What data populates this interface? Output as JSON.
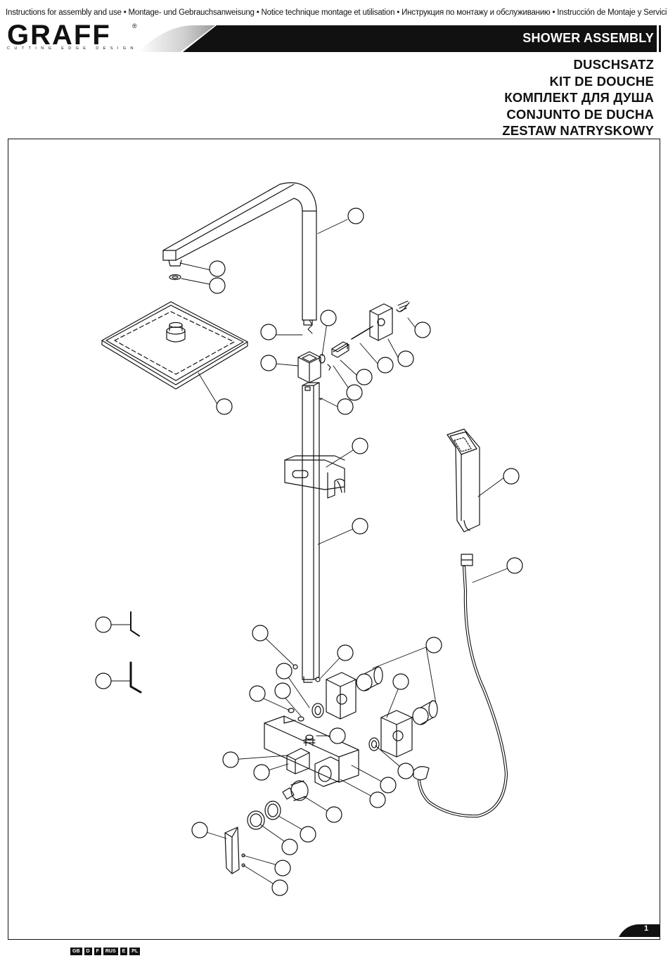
{
  "header": {
    "instructions_line": "Instructions for assembly and use • Montage- und Gebrauchsanweisung • Notice technique montage et utilisation • Инструкция по монтажу и обслуживанию • Instrucción de Montaje y Servicio • Instrukcja Montażu i Obsługi",
    "brand": "GRAFF",
    "brand_registered": "®",
    "brand_tagline": "CUTTING EDGE DESIGN",
    "title": "SHOWER ASSEMBLY"
  },
  "titles": [
    "DUSCHSATZ",
    "KIT DE DOUCHE",
    "КОМПЛЕКТ ДЛЯ ДУША",
    "CONJUNTO DE DUCHA",
    "ZESTAW NATRYSKOWY"
  ],
  "footer": {
    "page_number": "1",
    "languages": [
      "GB",
      "D",
      "F",
      "RUS",
      "E",
      "PL"
    ]
  },
  "colors": {
    "ink": "#111111",
    "paper": "#ffffff"
  }
}
